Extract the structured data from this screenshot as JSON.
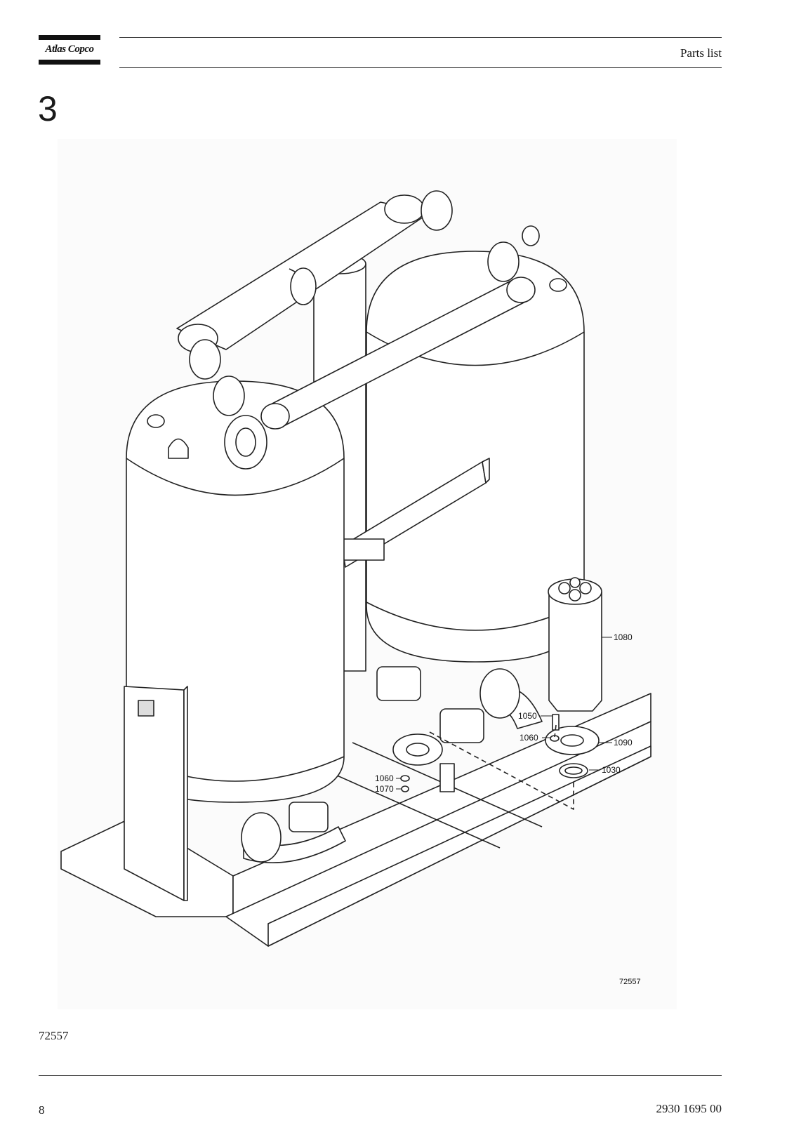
{
  "header": {
    "logo_text": "Atlas Copco",
    "title": "Parts list"
  },
  "section": {
    "number": "3"
  },
  "figure": {
    "callouts": {
      "c1080": "1080",
      "c1050": "1050",
      "c1060a": "1060",
      "c1090": "1090",
      "c1030": "1030",
      "c1060b": "1060",
      "c1070": "1070"
    },
    "inner_id": "72557",
    "caption": "72557"
  },
  "footer": {
    "page_number": "8",
    "doc_number": "2930 1695 00"
  }
}
